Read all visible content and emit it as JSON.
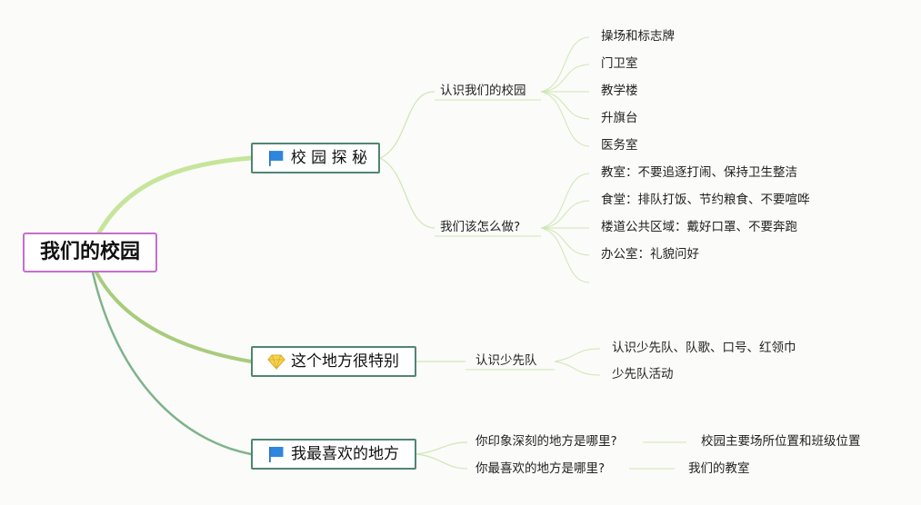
{
  "root": {
    "label": "我们的校园"
  },
  "branches": [
    {
      "label": "校 园 探 秘",
      "icon": "flag-icon",
      "subs": [
        {
          "label": "认识我们的校园",
          "items": [
            "操场和标志牌",
            "门卫室",
            "教学楼",
            "升旗台",
            "医务室"
          ]
        },
        {
          "label": "我们该怎么做?",
          "items": [
            "教室：不要追逐打闹、保持卫生整洁",
            "食堂：排队打饭、节约粮食、不要喧哗",
            "楼道公共区域：戴好口罩、不要奔跑",
            "办公室：礼貌问好"
          ]
        }
      ]
    },
    {
      "label": "这个地方很特别",
      "icon": "diamond-icon",
      "subs": [
        {
          "label": "认识少先队",
          "items": [
            "认识少先队、队歌、口号、红领巾",
            "少先队活动"
          ]
        }
      ]
    },
    {
      "label": "我最喜欢的地方",
      "icon": "flag-icon",
      "subs": [
        {
          "label": "你印象深刻的地方是哪里?",
          "items": [
            "校园主要场所位置和班级位置"
          ]
        },
        {
          "label": "你最喜欢的地方是哪里?",
          "items": [
            "我们的教室"
          ]
        }
      ]
    }
  ],
  "colors": {
    "root_border": "#c56fcc",
    "topic_border": "#4f8574",
    "branch_1": "#c7e59a",
    "branch_2": "#a8cc7c",
    "branch_3": "#7fb38b",
    "sub_link": "#cfe6b4"
  }
}
